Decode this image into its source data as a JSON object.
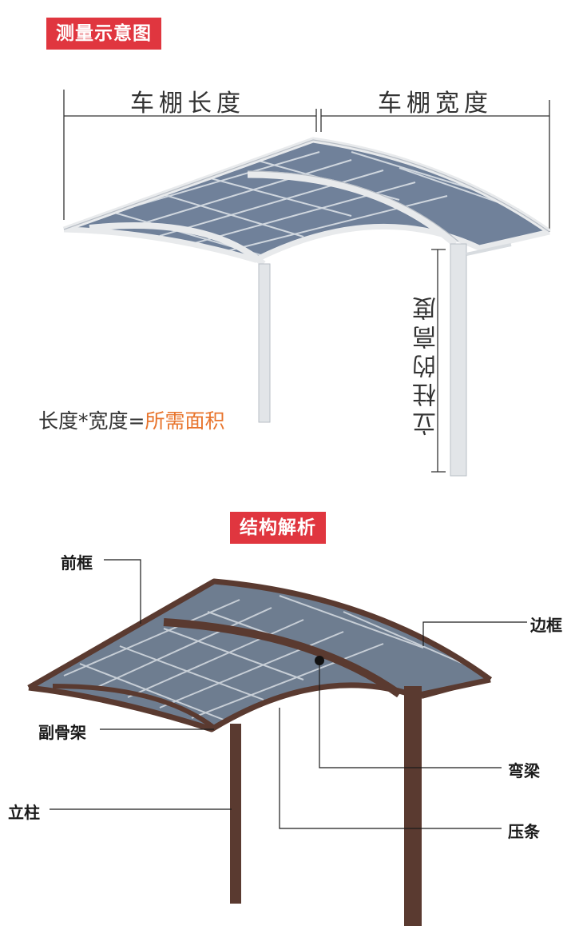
{
  "section1": {
    "badge": "测量示意图",
    "length_label": "车棚长度",
    "width_label": "车棚宽度",
    "height_label": "立柱的高度",
    "formula_prefix": "长度*宽度=",
    "formula_result": "所需面积"
  },
  "section2": {
    "badge": "结构解析",
    "labels": {
      "front_frame": "前框",
      "side_frame": "边框",
      "sub_frame": "副骨架",
      "curved_beam": "弯梁",
      "column": "立柱",
      "pressing_strip": "压条"
    }
  },
  "colors": {
    "badge_bg": "#e0363f",
    "formula_highlight": "#e8742c",
    "frame_white": "#e8eaec",
    "frame_brown": "#5a3a30",
    "panel_blue": "#6f7f92"
  }
}
